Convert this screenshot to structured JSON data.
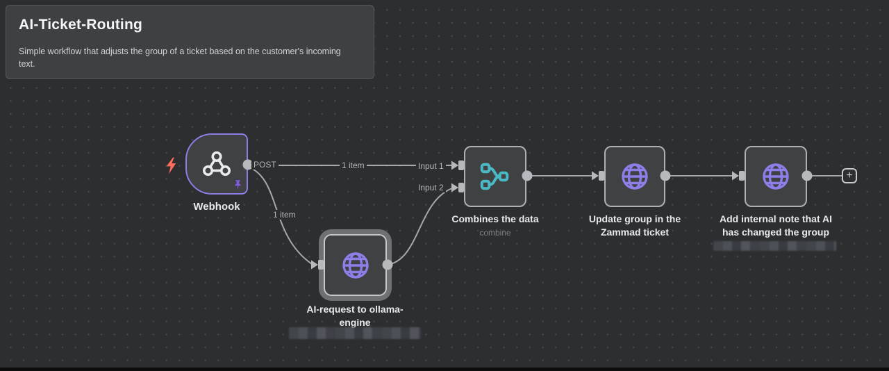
{
  "note": {
    "title": "AI-Ticket-Routing",
    "description": "Simple workflow that adjusts the group of a ticket based on the customer's incoming text."
  },
  "nodes": [
    {
      "id": "webhook",
      "label": "Webhook"
    },
    {
      "id": "ai-request",
      "label": "AI-request to ollama-engine"
    },
    {
      "id": "combine",
      "label": "Combines the data",
      "sublabel": "combine"
    },
    {
      "id": "zammad-update",
      "label": "Update group in the Zammad ticket"
    },
    {
      "id": "internal-note",
      "label": "Add internal note that AI has changed the group"
    }
  ],
  "connection_labels": {
    "webhook_output": "POST",
    "top_item_count": "1 item",
    "bottom_item_count": "1 item",
    "merge_input_1": "Input 1",
    "merge_input_2": "Input 2"
  },
  "controls": {
    "add_node_button": "+"
  },
  "icons": {
    "webhook": "webhook-icon",
    "http_request": "globe-icon",
    "merge": "merge-icon",
    "trigger": "lightning-bolt-icon",
    "pinned_data": "pin-icon",
    "add_node": "plus-icon"
  },
  "colors": {
    "canvas_bg": "#2d2e30",
    "node_fill": "#3f4143",
    "webhook_border_purple": "#8d7de4",
    "globe_icon_purple": "#8c7fe8",
    "merge_icon_teal": "#4ab9c6",
    "trigger_bolt_red": "#ff6d5c",
    "pin_purple": "#7e5bd8",
    "wire_gray": "#a6a9ac"
  }
}
